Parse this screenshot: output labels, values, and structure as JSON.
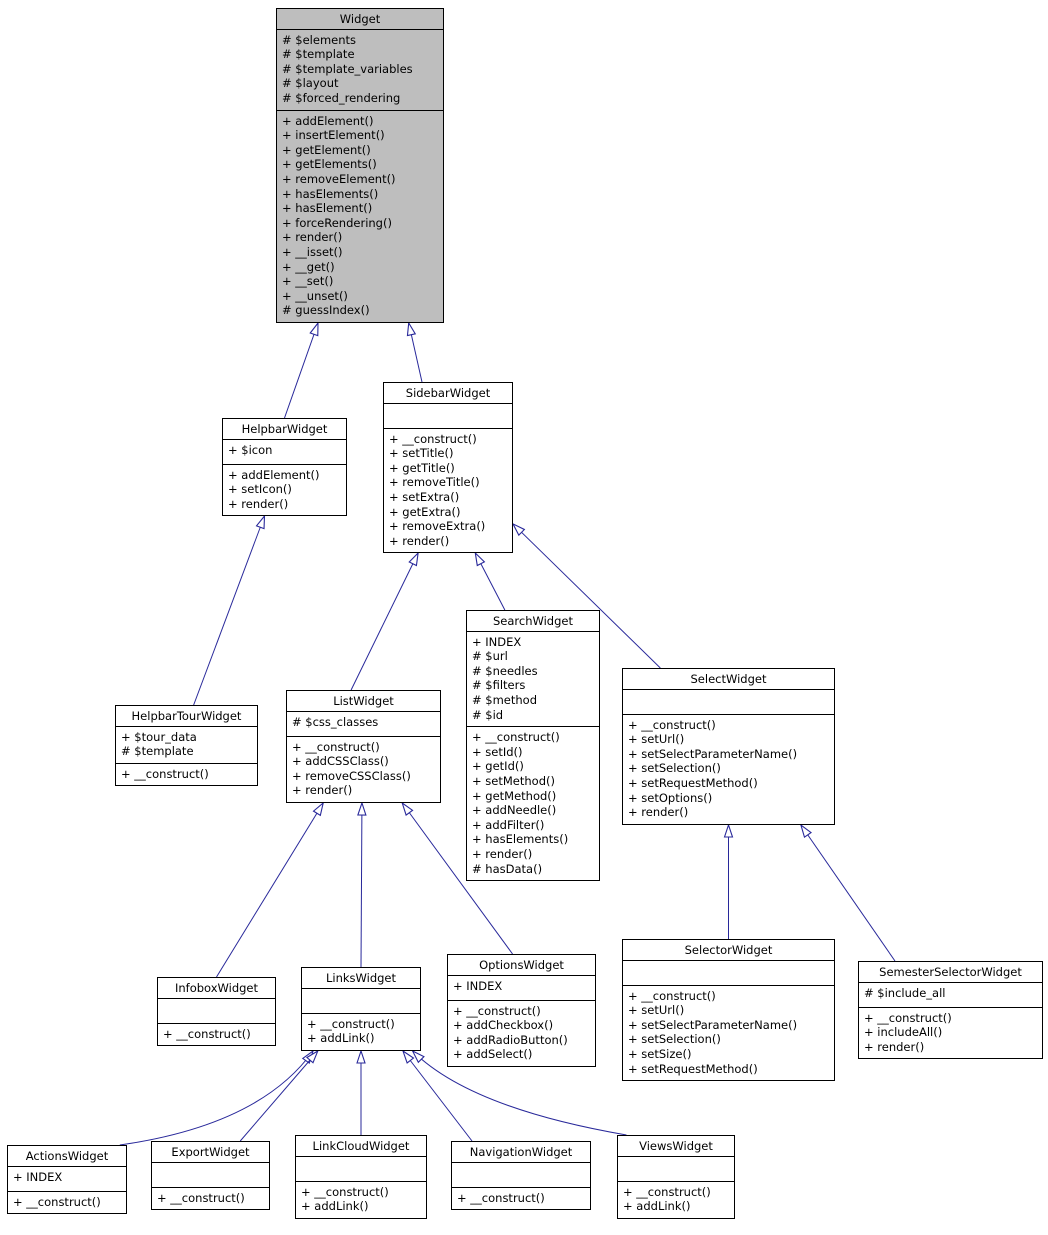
{
  "diagram_type": "uml-class-inheritance",
  "colors": {
    "background": "#ffffff",
    "node_border": "#000000",
    "node_fill": "#ffffff",
    "highlight_fill": "#bebebe",
    "edge": "#28289a",
    "text": "#000000"
  },
  "classes": [
    {
      "name": "Widget",
      "highlighted": true,
      "attributes": [
        "# $elements",
        "# $template",
        "# $template_variables",
        "# $layout",
        "# $forced_rendering"
      ],
      "methods": [
        "+ addElement()",
        "+ insertElement()",
        "+ getElement()",
        "+ getElements()",
        "+ removeElement()",
        "+ hasElements()",
        "+ hasElement()",
        "+ forceRendering()",
        "+ render()",
        "+ __isset()",
        "+ __get()",
        "+ __set()",
        "+ __unset()",
        "# guessIndex()"
      ]
    },
    {
      "name": "HelpbarWidget",
      "highlighted": false,
      "attributes": [
        "+ $icon"
      ],
      "methods": [
        "+ addElement()",
        "+ setIcon()",
        "+ render()"
      ]
    },
    {
      "name": "SidebarWidget",
      "highlighted": false,
      "attributes": [],
      "methods": [
        "+ __construct()",
        "+ setTitle()",
        "+ getTitle()",
        "+ removeTitle()",
        "+ setExtra()",
        "+ getExtra()",
        "+ removeExtra()",
        "+ render()"
      ]
    },
    {
      "name": "HelpbarTourWidget",
      "highlighted": false,
      "attributes": [
        "+ $tour_data",
        "# $template"
      ],
      "methods": [
        "+ __construct()"
      ]
    },
    {
      "name": "ListWidget",
      "highlighted": false,
      "attributes": [
        "# $css_classes"
      ],
      "methods": [
        "+ __construct()",
        "+ addCSSClass()",
        "+ removeCSSClass()",
        "+ render()"
      ]
    },
    {
      "name": "SearchWidget",
      "highlighted": false,
      "attributes": [
        "+ INDEX",
        "# $url",
        "# $needles",
        "# $filters",
        "# $method",
        "# $id"
      ],
      "methods": [
        "+ __construct()",
        "+ setId()",
        "+ getId()",
        "+ setMethod()",
        "+ getMethod()",
        "+ addNeedle()",
        "+ addFilter()",
        "+ hasElements()",
        "+ render()",
        "# hasData()"
      ]
    },
    {
      "name": "SelectWidget",
      "highlighted": false,
      "attributes": [],
      "methods": [
        "+ __construct()",
        "+ setUrl()",
        "+ setSelectParameterName()",
        "+ setSelection()",
        "+ setRequestMethod()",
        "+ setOptions()",
        "+ render()"
      ]
    },
    {
      "name": "InfoboxWidget",
      "highlighted": false,
      "attributes": [],
      "methods": [
        "+ __construct()"
      ]
    },
    {
      "name": "LinksWidget",
      "highlighted": false,
      "attributes": [],
      "methods": [
        "+ __construct()",
        "+ addLink()"
      ]
    },
    {
      "name": "OptionsWidget",
      "highlighted": false,
      "attributes": [
        "+ INDEX"
      ],
      "methods": [
        "+ __construct()",
        "+ addCheckbox()",
        "+ addRadioButton()",
        "+ addSelect()"
      ]
    },
    {
      "name": "SelectorWidget",
      "highlighted": false,
      "attributes": [],
      "methods": [
        "+ __construct()",
        "+ setUrl()",
        "+ setSelectParameterName()",
        "+ setSelection()",
        "+ setSize()",
        "+ setRequestMethod()"
      ]
    },
    {
      "name": "SemesterSelectorWidget",
      "highlighted": false,
      "attributes": [
        "# $include_all"
      ],
      "methods": [
        "+ __construct()",
        "+ includeAll()",
        "+ render()"
      ]
    },
    {
      "name": "ActionsWidget",
      "highlighted": false,
      "attributes": [
        "+ INDEX"
      ],
      "methods": [
        "+ __construct()"
      ]
    },
    {
      "name": "ExportWidget",
      "highlighted": false,
      "attributes": [],
      "methods": [
        "+ __construct()"
      ]
    },
    {
      "name": "LinkCloudWidget",
      "highlighted": false,
      "attributes": [],
      "methods": [
        "+ __construct()",
        "+ addLink()"
      ]
    },
    {
      "name": "NavigationWidget",
      "highlighted": false,
      "attributes": [],
      "methods": [
        "+ __construct()"
      ]
    },
    {
      "name": "ViewsWidget",
      "highlighted": false,
      "attributes": [],
      "methods": [
        "+ __construct()",
        "+ addLink()"
      ]
    }
  ],
  "edges": [
    {
      "from": "HelpbarWidget",
      "to": "Widget",
      "relation": "inheritance"
    },
    {
      "from": "SidebarWidget",
      "to": "Widget",
      "relation": "inheritance"
    },
    {
      "from": "HelpbarTourWidget",
      "to": "HelpbarWidget",
      "relation": "inheritance"
    },
    {
      "from": "ListWidget",
      "to": "SidebarWidget",
      "relation": "inheritance"
    },
    {
      "from": "SearchWidget",
      "to": "SidebarWidget",
      "relation": "inheritance"
    },
    {
      "from": "SelectWidget",
      "to": "SidebarWidget",
      "relation": "inheritance"
    },
    {
      "from": "InfoboxWidget",
      "to": "ListWidget",
      "relation": "inheritance"
    },
    {
      "from": "LinksWidget",
      "to": "ListWidget",
      "relation": "inheritance"
    },
    {
      "from": "OptionsWidget",
      "to": "ListWidget",
      "relation": "inheritance"
    },
    {
      "from": "SelectorWidget",
      "to": "SelectWidget",
      "relation": "inheritance"
    },
    {
      "from": "SemesterSelectorWidget",
      "to": "SelectWidget",
      "relation": "inheritance"
    },
    {
      "from": "ActionsWidget",
      "to": "LinksWidget",
      "relation": "inheritance"
    },
    {
      "from": "ExportWidget",
      "to": "LinksWidget",
      "relation": "inheritance"
    },
    {
      "from": "LinkCloudWidget",
      "to": "LinksWidget",
      "relation": "inheritance"
    },
    {
      "from": "NavigationWidget",
      "to": "LinksWidget",
      "relation": "inheritance"
    },
    {
      "from": "ViewsWidget",
      "to": "LinksWidget",
      "relation": "inheritance"
    }
  ]
}
